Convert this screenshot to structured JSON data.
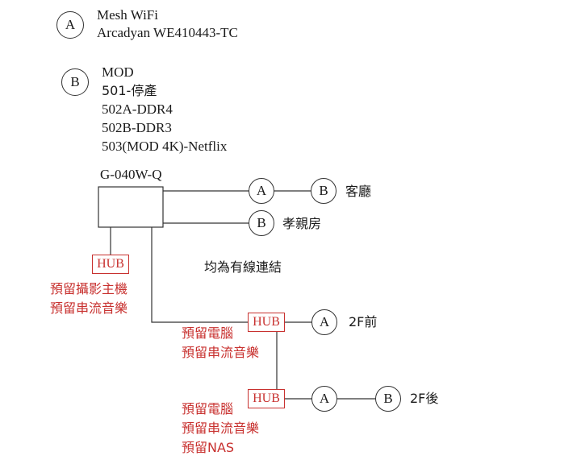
{
  "legend": {
    "a": {
      "letter": "A",
      "line1": "Mesh WiFi",
      "line2": "Arcadyan WE410443-TC"
    },
    "b": {
      "letter": "B",
      "line1": "MOD",
      "line2": "501-停產",
      "line3": "502A-DDR4",
      "line4": "502B-DDR3",
      "line5": "503(MOD 4K)-Netflix"
    }
  },
  "router": {
    "label": "G-040W-Q"
  },
  "nodes": {
    "living_room": {
      "a": "A",
      "b": "B",
      "label": "客廳"
    },
    "parents_room": {
      "b": "B",
      "label": "孝親房"
    },
    "floor2_front": {
      "a": "A",
      "label": "2F前"
    },
    "floor2_back": {
      "a": "A",
      "b": "B",
      "label": "2F後"
    }
  },
  "note": "均為有線連結",
  "hubs": {
    "hub1": {
      "label": "HUB",
      "reserve1": "預留攝影主機",
      "reserve2": "預留串流音樂"
    },
    "hub2": {
      "label": "HUB",
      "reserve1": "預留電腦",
      "reserve2": "預留串流音樂"
    },
    "hub3": {
      "label": "HUB",
      "reserve1": "預留電腦",
      "reserve2": "預留串流音樂",
      "reserve3": "預留NAS"
    }
  },
  "colors": {
    "line": "#333333",
    "reserve": "#c8312f"
  }
}
